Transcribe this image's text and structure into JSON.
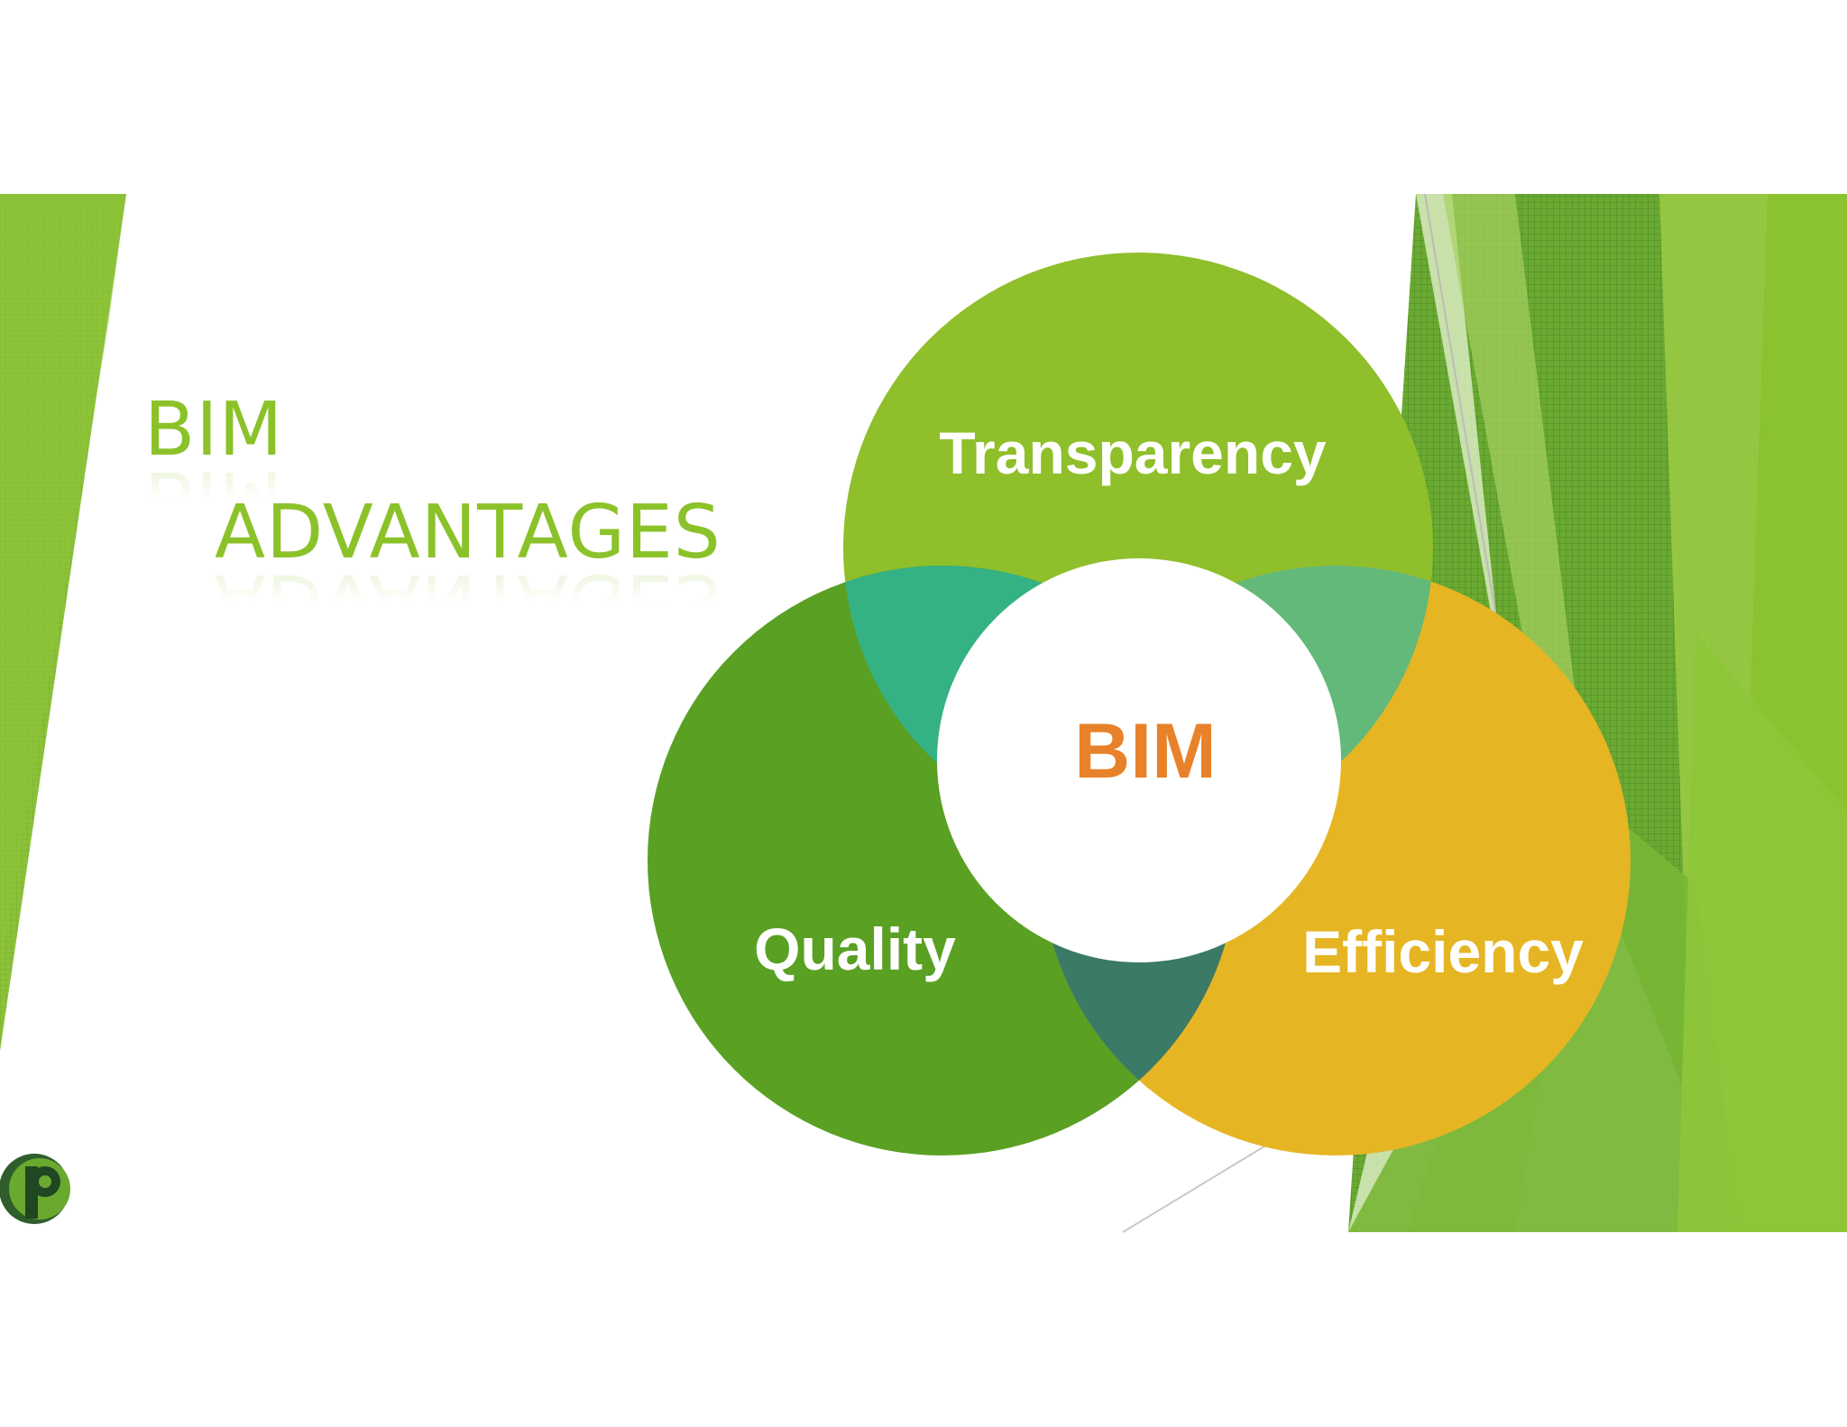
{
  "slide": {
    "title_line1": "BIM",
    "title_line2": "ADVANTAGES"
  },
  "diagram": {
    "type": "venn",
    "center": {
      "label": "BIM",
      "color": "#e8822a"
    },
    "circles": [
      {
        "label": "Transparency",
        "color": "#8fbf2a"
      },
      {
        "label": "Quality",
        "color": "#59a023"
      },
      {
        "label": "Efficiency",
        "color": "#e6b523"
      }
    ],
    "overlaps": {
      "transparency_quality": "#35b284",
      "transparency_efficiency": "#62b97a",
      "quality_efficiency": "#3a7a66"
    }
  },
  "logo": {
    "icon": "p-logo-icon"
  }
}
